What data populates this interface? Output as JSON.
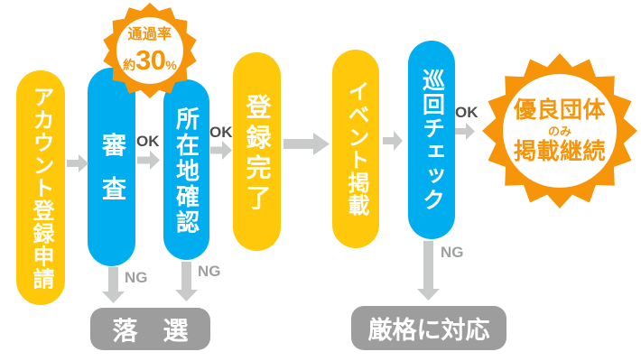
{
  "colors": {
    "yellow": "#FFC80A",
    "blue": "#00AEEF",
    "orange": "#F6940A",
    "arrow": "#C9CACA",
    "boxgray": "#9D9D9E",
    "oktext": "#4D4D4D",
    "ngtext": "#9EA0A0"
  },
  "flow": {
    "steps": [
      {
        "label": "アカウント登録申請"
      },
      {
        "label": "審査"
      },
      {
        "label": "所在地確認"
      },
      {
        "label": "登録完了"
      },
      {
        "label": "イベント掲載"
      },
      {
        "label": "巡回チェック"
      }
    ],
    "ok_label": "OK",
    "ng_label": "NG",
    "outcomes": {
      "rejected": "落　選",
      "strict": "厳格に対応"
    }
  },
  "badges": {
    "pass_rate": {
      "title": "通過率",
      "approx": "約",
      "value": "30",
      "unit": "%"
    },
    "keep": {
      "line1": "優良団体",
      "line2": "のみ",
      "line3": "掲載継続"
    }
  }
}
